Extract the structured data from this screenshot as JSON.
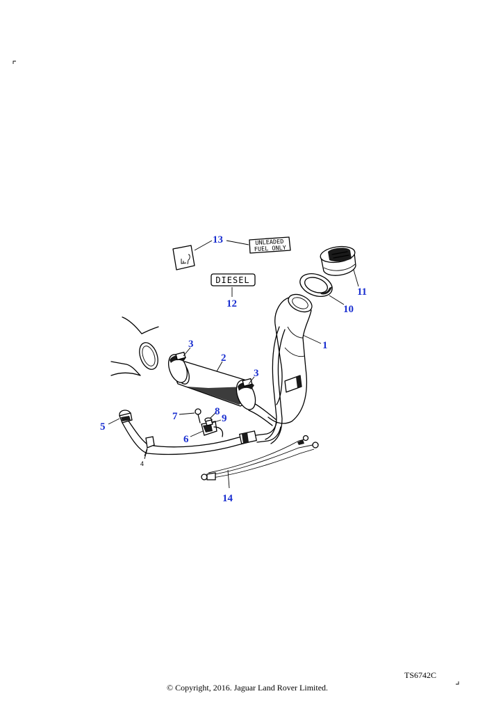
{
  "diagram": {
    "callouts": [
      {
        "id": "1",
        "label": "1"
      },
      {
        "id": "2",
        "label": "2"
      },
      {
        "id": "3a",
        "label": "3"
      },
      {
        "id": "3b",
        "label": "3"
      },
      {
        "id": "4",
        "label": "4"
      },
      {
        "id": "5",
        "label": "5"
      },
      {
        "id": "6",
        "label": "6"
      },
      {
        "id": "7",
        "label": "7"
      },
      {
        "id": "8",
        "label": "8"
      },
      {
        "id": "9",
        "label": "9"
      },
      {
        "id": "10",
        "label": "10"
      },
      {
        "id": "11",
        "label": "11"
      },
      {
        "id": "12",
        "label": "12"
      },
      {
        "id": "13",
        "label": "13"
      },
      {
        "id": "14",
        "label": "14"
      }
    ],
    "decals": {
      "unleaded_line1": "UNLEADED",
      "unleaded_line2": "FUEL ONLY",
      "diesel": "DIESEL"
    },
    "callout_color": "#1a2fd0"
  },
  "footer": {
    "reference": "TS6742C",
    "copyright": "© Copyright, 2016. Jaguar Land Rover Limited."
  }
}
